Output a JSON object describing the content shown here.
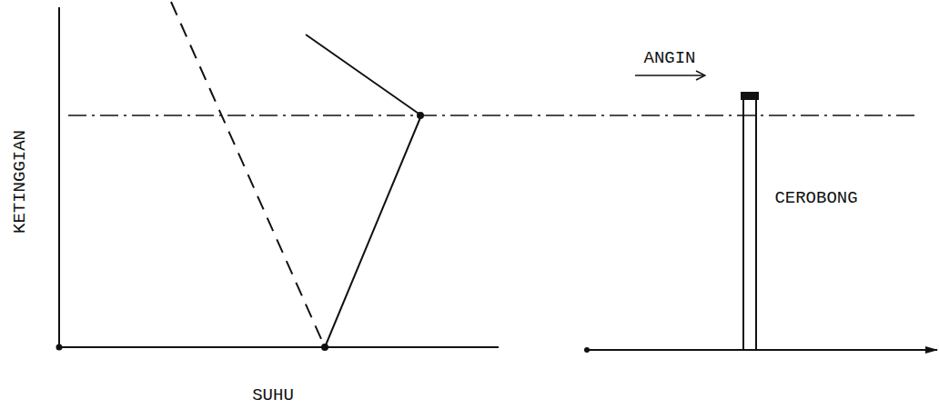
{
  "diagram": {
    "labels": [
      "KETINGGIAN",
      "SUHU",
      "ANGIN",
      "CEROBONG"
    ]
  }
}
